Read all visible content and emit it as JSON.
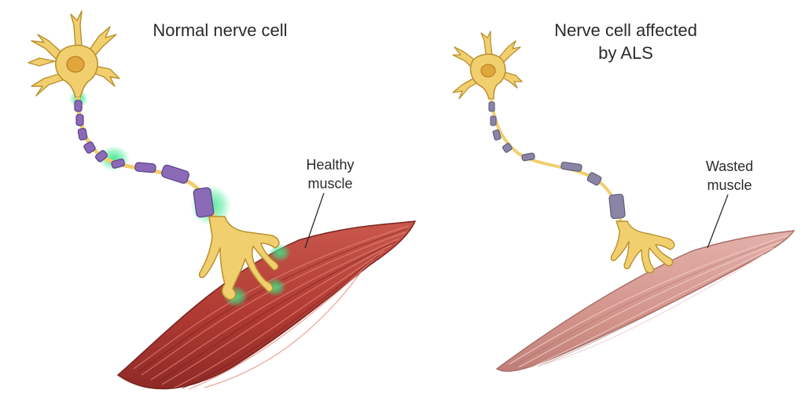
{
  "titles": {
    "normal": "Normal nerve cell",
    "als_line1": "Nerve cell affected",
    "als_line2": "by ALS"
  },
  "labels": {
    "healthy_line1": "Healthy",
    "healthy_line2": "muscle",
    "wasted_line1": "Wasted",
    "wasted_line2": "muscle"
  },
  "colors": {
    "neuron_body": "#f2cf6e",
    "neuron_outline": "#b8902e",
    "nucleus": "#e0a63c",
    "myelin_healthy": "#8b6bb8",
    "myelin_als": "#8a84a6",
    "signal_glow": "#39e68a",
    "muscle_healthy": "#c0453c",
    "muscle_wasted": "#dba09a"
  }
}
